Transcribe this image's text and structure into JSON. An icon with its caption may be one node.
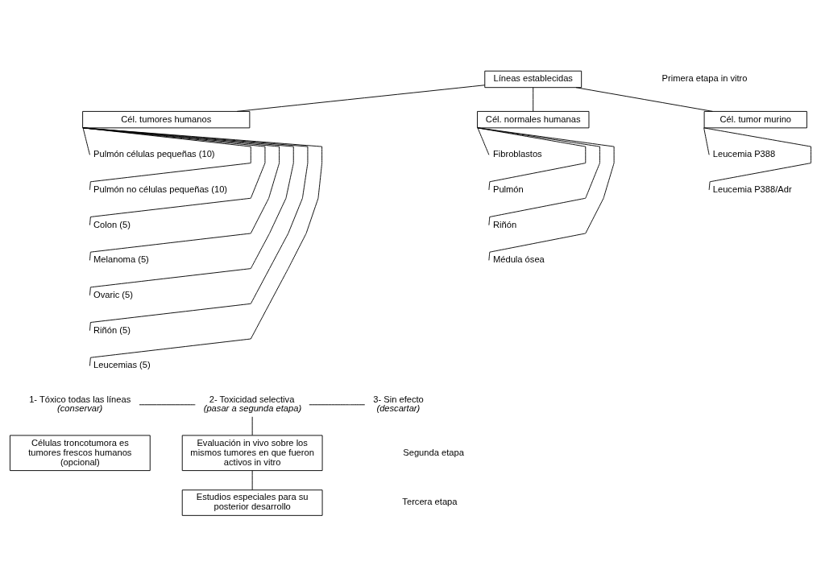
{
  "diagram": {
    "nodes": [
      {
        "text": [
          "Líneas establecidas"
        ]
      },
      {
        "text": [
          "Cél. tumores humanos"
        ]
      },
      {
        "text": [
          "Cél. normales humanas"
        ]
      },
      {
        "text": [
          "Cél. tumor murino"
        ]
      },
      {
        "text": [
          "Pulmón células pequeñas (10)"
        ]
      },
      {
        "text": [
          "Pulmón no células pequeñas (10)"
        ]
      },
      {
        "text": [
          "Colon (5)"
        ]
      },
      {
        "text": [
          "Melanoma (5)"
        ]
      },
      {
        "text": [
          "Ovaric (5)"
        ]
      },
      {
        "text": [
          "Riñón (5)"
        ]
      },
      {
        "text": [
          "Leucemias (5)"
        ]
      },
      {
        "text": [
          "Fibroblastos"
        ]
      },
      {
        "text": [
          "Pulmón"
        ]
      },
      {
        "text": [
          "Riñón"
        ]
      },
      {
        "text": [
          "Médula ósea"
        ]
      },
      {
        "text": [
          "Leucemia P388"
        ]
      },
      {
        "text": [
          "Leucemia P388/Adr"
        ]
      },
      {
        "text": [
          "1- Tóxico todas las líneas",
          "(conservar)"
        ]
      },
      {
        "text": [
          "2- Toxicidad selectiva",
          "(pasar a segunda etapa)"
        ]
      },
      {
        "text": [
          "3- Sin efecto",
          "(descartar)"
        ]
      },
      {
        "text": [
          "Células troncotumora es tumores frescos humanos (opcional)"
        ]
      },
      {
        "text": [
          "Evaluación in vivo sobre los mismos tumores en que fueron activos in vitro"
        ]
      },
      {
        "text": [
          "Estudios especiales para su posterior desarrollo"
        ]
      }
    ],
    "edges": [
      {
        "from": 0,
        "to": 1,
        "arrow": "none"
      },
      {
        "from": 0,
        "to": 2,
        "arrow": "none"
      },
      {
        "from": 0,
        "to": 3,
        "arrow": "none"
      },
      {
        "from": 1,
        "to": 4,
        "arrow": "none"
      },
      {
        "from": 1,
        "to": 5,
        "arrow": "none"
      },
      {
        "from": 1,
        "to": 6,
        "arrow": "none"
      },
      {
        "from": 1,
        "to": 7,
        "arrow": "none"
      },
      {
        "from": 1,
        "to": 8,
        "arrow": "none"
      },
      {
        "from": 1,
        "to": 9,
        "arrow": "none"
      },
      {
        "from": 1,
        "to": 10,
        "arrow": "none"
      },
      {
        "from": 2,
        "to": 11,
        "arrow": "none"
      },
      {
        "from": 2,
        "to": 12,
        "arrow": "none"
      },
      {
        "from": 2,
        "to": 13,
        "arrow": "none"
      },
      {
        "from": 2,
        "to": 14,
        "arrow": "none"
      },
      {
        "from": 3,
        "to": 15,
        "arrow": "none"
      },
      {
        "from": 3,
        "to": 16,
        "arrow": "none"
      },
      {
        "from": 17,
        "to": 18,
        "arrow": "none"
      },
      {
        "from": 18,
        "to": 19,
        "arrow": "none"
      },
      {
        "from": 18,
        "to": 21,
        "arrow": "none"
      },
      {
        "from": 21,
        "to": 22,
        "arrow": "none"
      }
    ],
    "labels": [
      "Primera etapa in vitro",
      "Segunda etapa",
      "Tercera etapa"
    ]
  }
}
